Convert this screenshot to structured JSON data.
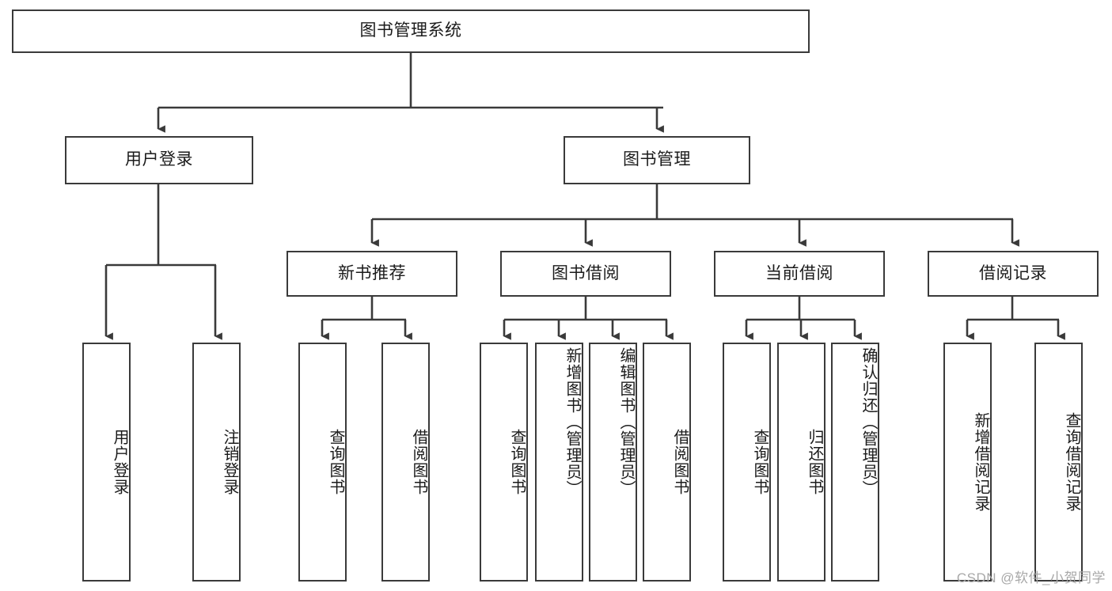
{
  "diagram": {
    "type": "tree-hierarchy",
    "title": "图书管理系统",
    "watermark": "CSDN @软件_小贺同学",
    "colors": {
      "stroke": "#3a3a3a",
      "fill": "#ffffff",
      "text": "#1b1b1b",
      "watermark": "#a8a8a8"
    },
    "levels": {
      "root": "图书管理系统",
      "level1": [
        "用户登录",
        "图书管理"
      ],
      "level2": [
        "新书推荐",
        "图书借阅",
        "当前借阅",
        "借阅记录"
      ],
      "level3": [
        "用户登录",
        "注销登录",
        "查询图书",
        "借阅图书",
        "查询图书",
        "新增图书（管理员）",
        "编辑图书（管理员）",
        "借阅图书",
        "查询图书",
        "归还图书",
        "确认归还（管理员）",
        "新增借阅记录",
        "查询借阅记录"
      ]
    },
    "nodes": {
      "root": {
        "label": "图书管理系统"
      },
      "user_login": {
        "label": "用户登录"
      },
      "book_manage": {
        "label": "图书管理"
      },
      "new_book_rec": {
        "label": "新书推荐"
      },
      "book_borrow": {
        "label": "图书借阅"
      },
      "current_borrow": {
        "label": "当前借阅"
      },
      "borrow_record": {
        "label": "借阅记录"
      },
      "leaf_user_login": {
        "label": "用户登录"
      },
      "leaf_logout": {
        "label": "注销登录"
      },
      "leaf_query_book_a": {
        "label": "查询图书"
      },
      "leaf_borrow_book_a": {
        "label": "借阅图书"
      },
      "leaf_query_book_b": {
        "label": "查询图书"
      },
      "leaf_add_book": {
        "label": "新增图书（管理员）"
      },
      "leaf_edit_book": {
        "label": "编辑图书（管理员）"
      },
      "leaf_borrow_book_b": {
        "label": "借阅图书"
      },
      "leaf_query_book_c": {
        "label": "查询图书"
      },
      "leaf_return_book": {
        "label": "归还图书"
      },
      "leaf_confirm_return": {
        "label": "确认归还（管理员）"
      },
      "leaf_add_record": {
        "label": "新增借阅记录"
      },
      "leaf_query_record": {
        "label": "查询借阅记录"
      }
    },
    "edges": [
      {
        "from": "root",
        "to": "user_login"
      },
      {
        "from": "root",
        "to": "book_manage"
      },
      {
        "from": "user_login",
        "to": "leaf_user_login"
      },
      {
        "from": "user_login",
        "to": "leaf_logout"
      },
      {
        "from": "book_manage",
        "to": "new_book_rec"
      },
      {
        "from": "book_manage",
        "to": "book_borrow"
      },
      {
        "from": "book_manage",
        "to": "current_borrow"
      },
      {
        "from": "book_manage",
        "to": "borrow_record"
      },
      {
        "from": "new_book_rec",
        "to": "leaf_query_book_a"
      },
      {
        "from": "new_book_rec",
        "to": "leaf_borrow_book_a"
      },
      {
        "from": "book_borrow",
        "to": "leaf_query_book_b"
      },
      {
        "from": "book_borrow",
        "to": "leaf_add_book"
      },
      {
        "from": "book_borrow",
        "to": "leaf_edit_book"
      },
      {
        "from": "book_borrow",
        "to": "leaf_borrow_book_b"
      },
      {
        "from": "current_borrow",
        "to": "leaf_query_book_c"
      },
      {
        "from": "current_borrow",
        "to": "leaf_return_book"
      },
      {
        "from": "current_borrow",
        "to": "leaf_confirm_return"
      },
      {
        "from": "borrow_record",
        "to": "leaf_add_record"
      },
      {
        "from": "borrow_record",
        "to": "leaf_query_record"
      }
    ]
  }
}
